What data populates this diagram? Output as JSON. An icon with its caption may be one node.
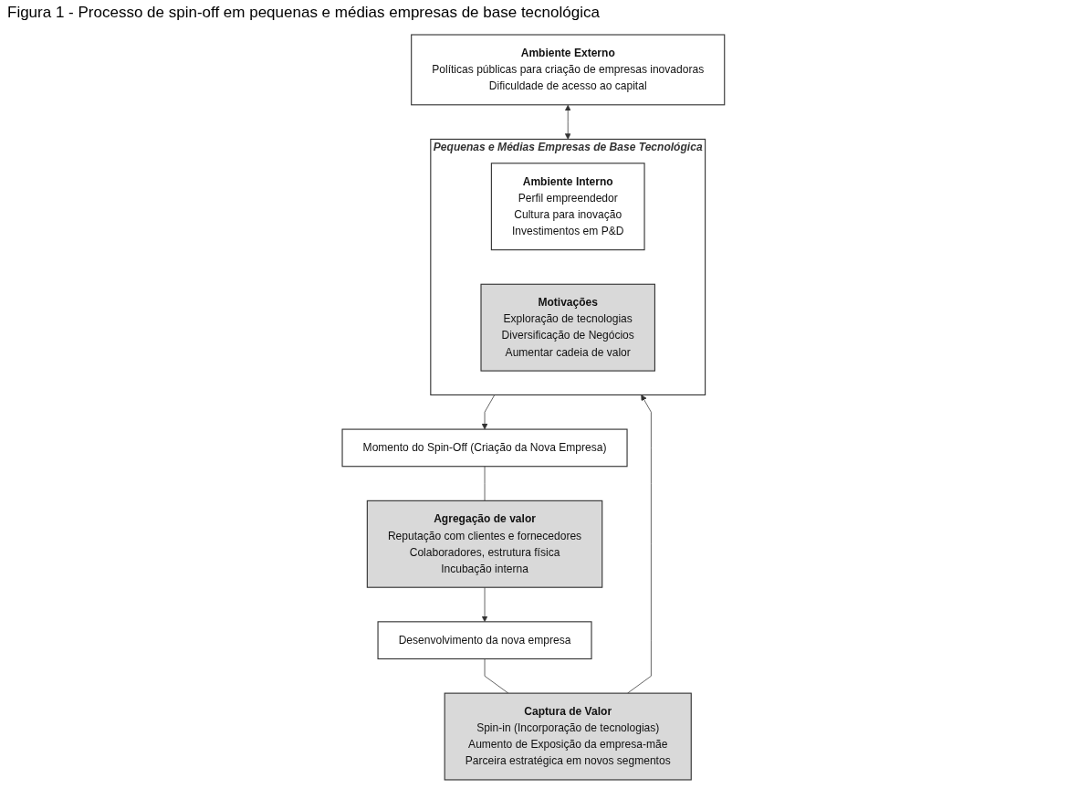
{
  "diagram": {
    "title": "Figura 1 - Processo de spin-off em pequenas e médias empresas de base tecnológica",
    "nodes": [
      {
        "text": [
          "Ambiente Externo",
          "Políticas públicas para criação de empresas inovadoras",
          "Dificuldade de acesso ao capital"
        ]
      },
      {
        "text": [
          "Pequenas e Médias Empresas de Base Tecnológica"
        ]
      },
      {
        "text": [
          "Ambiente Interno",
          "Perfil empreendedor",
          "Cultura para inovação",
          "Investimentos em P&D"
        ],
        "in": 1
      },
      {
        "text": [
          "Motivações",
          "Exploração de tecnologias",
          "Diversificação de Negócios",
          "Aumentar cadeia de valor"
        ],
        "in": 1
      },
      {
        "text": [
          "Momento do Spin-Off (Criação da Nova Empresa)"
        ]
      },
      {
        "text": [
          "Agregação de valor",
          "Reputação com clientes e fornecedores",
          "Colaboradores, estrutura física",
          "Incubação interna"
        ]
      },
      {
        "text": [
          "Desenvolvimento da nova empresa"
        ]
      },
      {
        "text": [
          "Captura de Valor",
          "Spin-in (Incorporação de tecnologias)",
          "Aumento de Exposição da empresa-mãe",
          "Parceira estratégica em novos segmentos"
        ]
      }
    ],
    "edges": [
      {
        "from": 0,
        "to": 1,
        "arrow": "both"
      },
      {
        "from": 1,
        "to": 4,
        "arrow": "to"
      },
      {
        "from": 4,
        "to": 5,
        "arrow": "none"
      },
      {
        "from": 5,
        "to": 6,
        "arrow": "to"
      },
      {
        "from": 6,
        "to": 7,
        "arrow": "none"
      },
      {
        "from": 7,
        "to": 1,
        "arrow": "to"
      }
    ]
  }
}
